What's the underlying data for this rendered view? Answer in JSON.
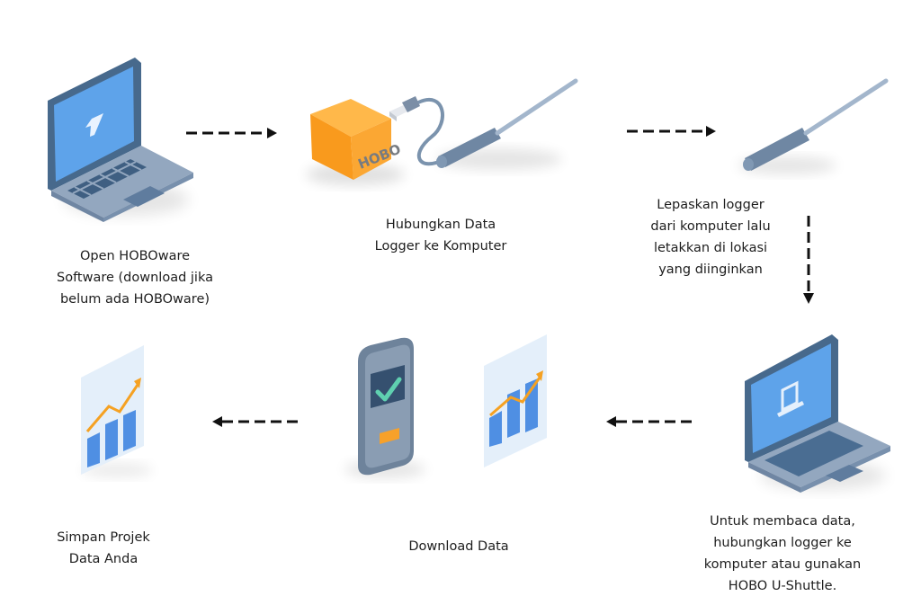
{
  "title": "HOBO data logger workflow",
  "steps": [
    {
      "id": 1,
      "icon": "laptop-upload-icon",
      "lines": [
        "Open HOBOware",
        "Software (download jika",
        "belum ada HOBOware)"
      ]
    },
    {
      "id": 2,
      "icon": "hobo-usb-logger-icon",
      "lines": [
        "Hubungkan Data",
        "Logger ke Komputer"
      ],
      "device_label": "HOBO"
    },
    {
      "id": 3,
      "icon": "temperature-probe-icon",
      "lines": [
        "Lepaskan logger",
        "dari komputer lalu",
        "letakkan di lokasi",
        "yang diinginkan"
      ]
    },
    {
      "id": 4,
      "icon": "laptop-device-icon",
      "lines": [
        "Untuk membaca data,",
        "hubungkan logger ke",
        "komputer atau gunakan",
        "HOBO U-Shuttle."
      ]
    },
    {
      "id": 5,
      "icon": "shuttle-and-chart-icon",
      "lines": [
        "Download Data"
      ]
    },
    {
      "id": 6,
      "icon": "chart-report-icon",
      "lines": [
        "Simpan Projek",
        "Data Anda"
      ]
    }
  ],
  "arrows": [
    {
      "from": 1,
      "to": 2,
      "direction": "right"
    },
    {
      "from": 2,
      "to": 3,
      "direction": "right"
    },
    {
      "from": 3,
      "to": 4,
      "direction": "down"
    },
    {
      "from": 4,
      "to": 5,
      "direction": "left"
    },
    {
      "from": 5,
      "to": 6,
      "direction": "left"
    }
  ],
  "colors": {
    "laptop_body": "#8fa3bd",
    "laptop_dark": "#4a6888",
    "screen": "#5ea3ea",
    "hobo_orange": "#f7a12a",
    "probe": "#7b93ad",
    "chart_bar": "#4f8fe3",
    "chart_line": "#f5a122",
    "check": "#5fd0b0",
    "arrow": "#111111"
  }
}
